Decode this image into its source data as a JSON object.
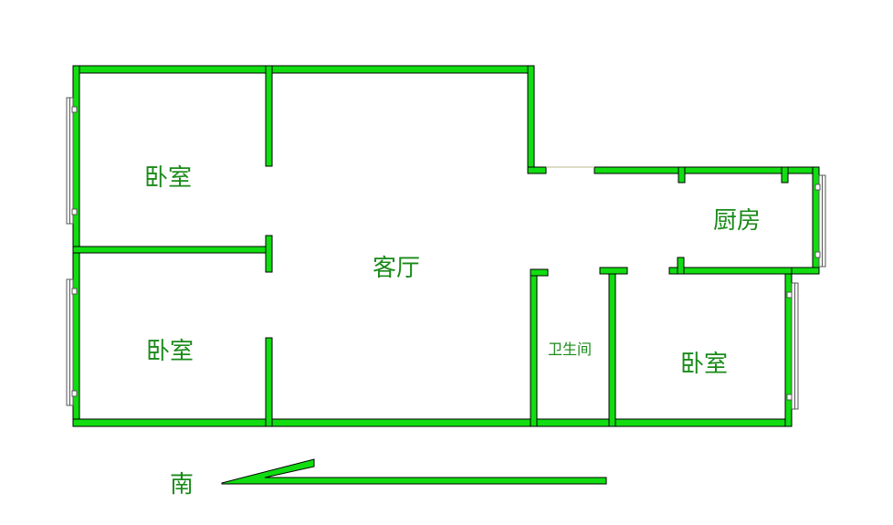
{
  "rooms": {
    "bedroom_nw": "卧室",
    "bedroom_sw": "卧室",
    "living_room": "客厅",
    "kitchen": "厨房",
    "bathroom": "卫生间",
    "bedroom_se": "卧室"
  },
  "compass": {
    "direction_label": "南",
    "arrow_icon": "left-arrow-icon"
  },
  "colors": {
    "wall": "#11dd11",
    "label": "#1a8a1a",
    "background": "#ffffff"
  }
}
